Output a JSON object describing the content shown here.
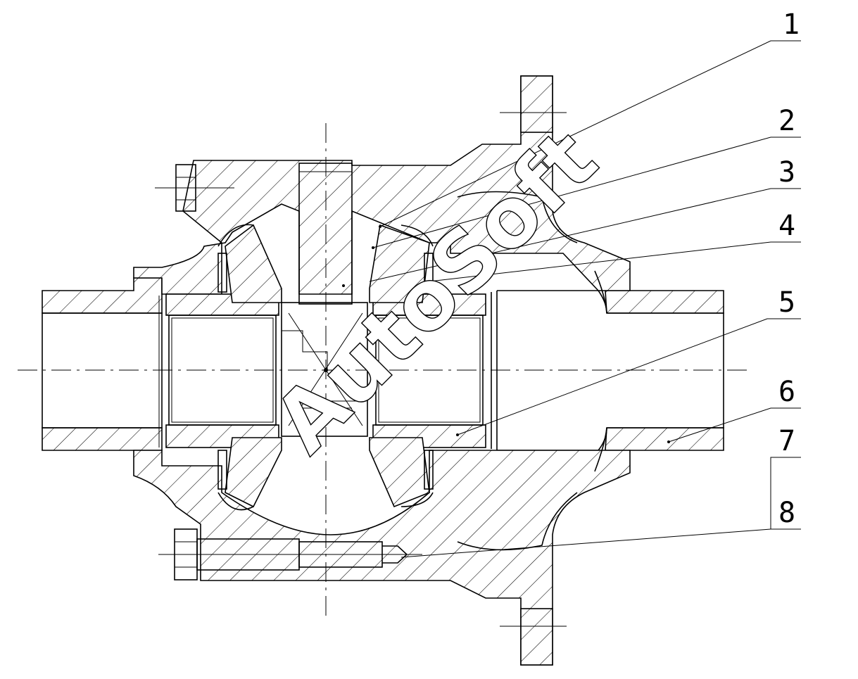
{
  "watermark": "AutoSoft",
  "callouts": [
    {
      "label": "1"
    },
    {
      "label": "2"
    },
    {
      "label": "3"
    },
    {
      "label": "4"
    },
    {
      "label": "5"
    },
    {
      "label": "6"
    },
    {
      "label": "7"
    },
    {
      "label": "8"
    }
  ]
}
